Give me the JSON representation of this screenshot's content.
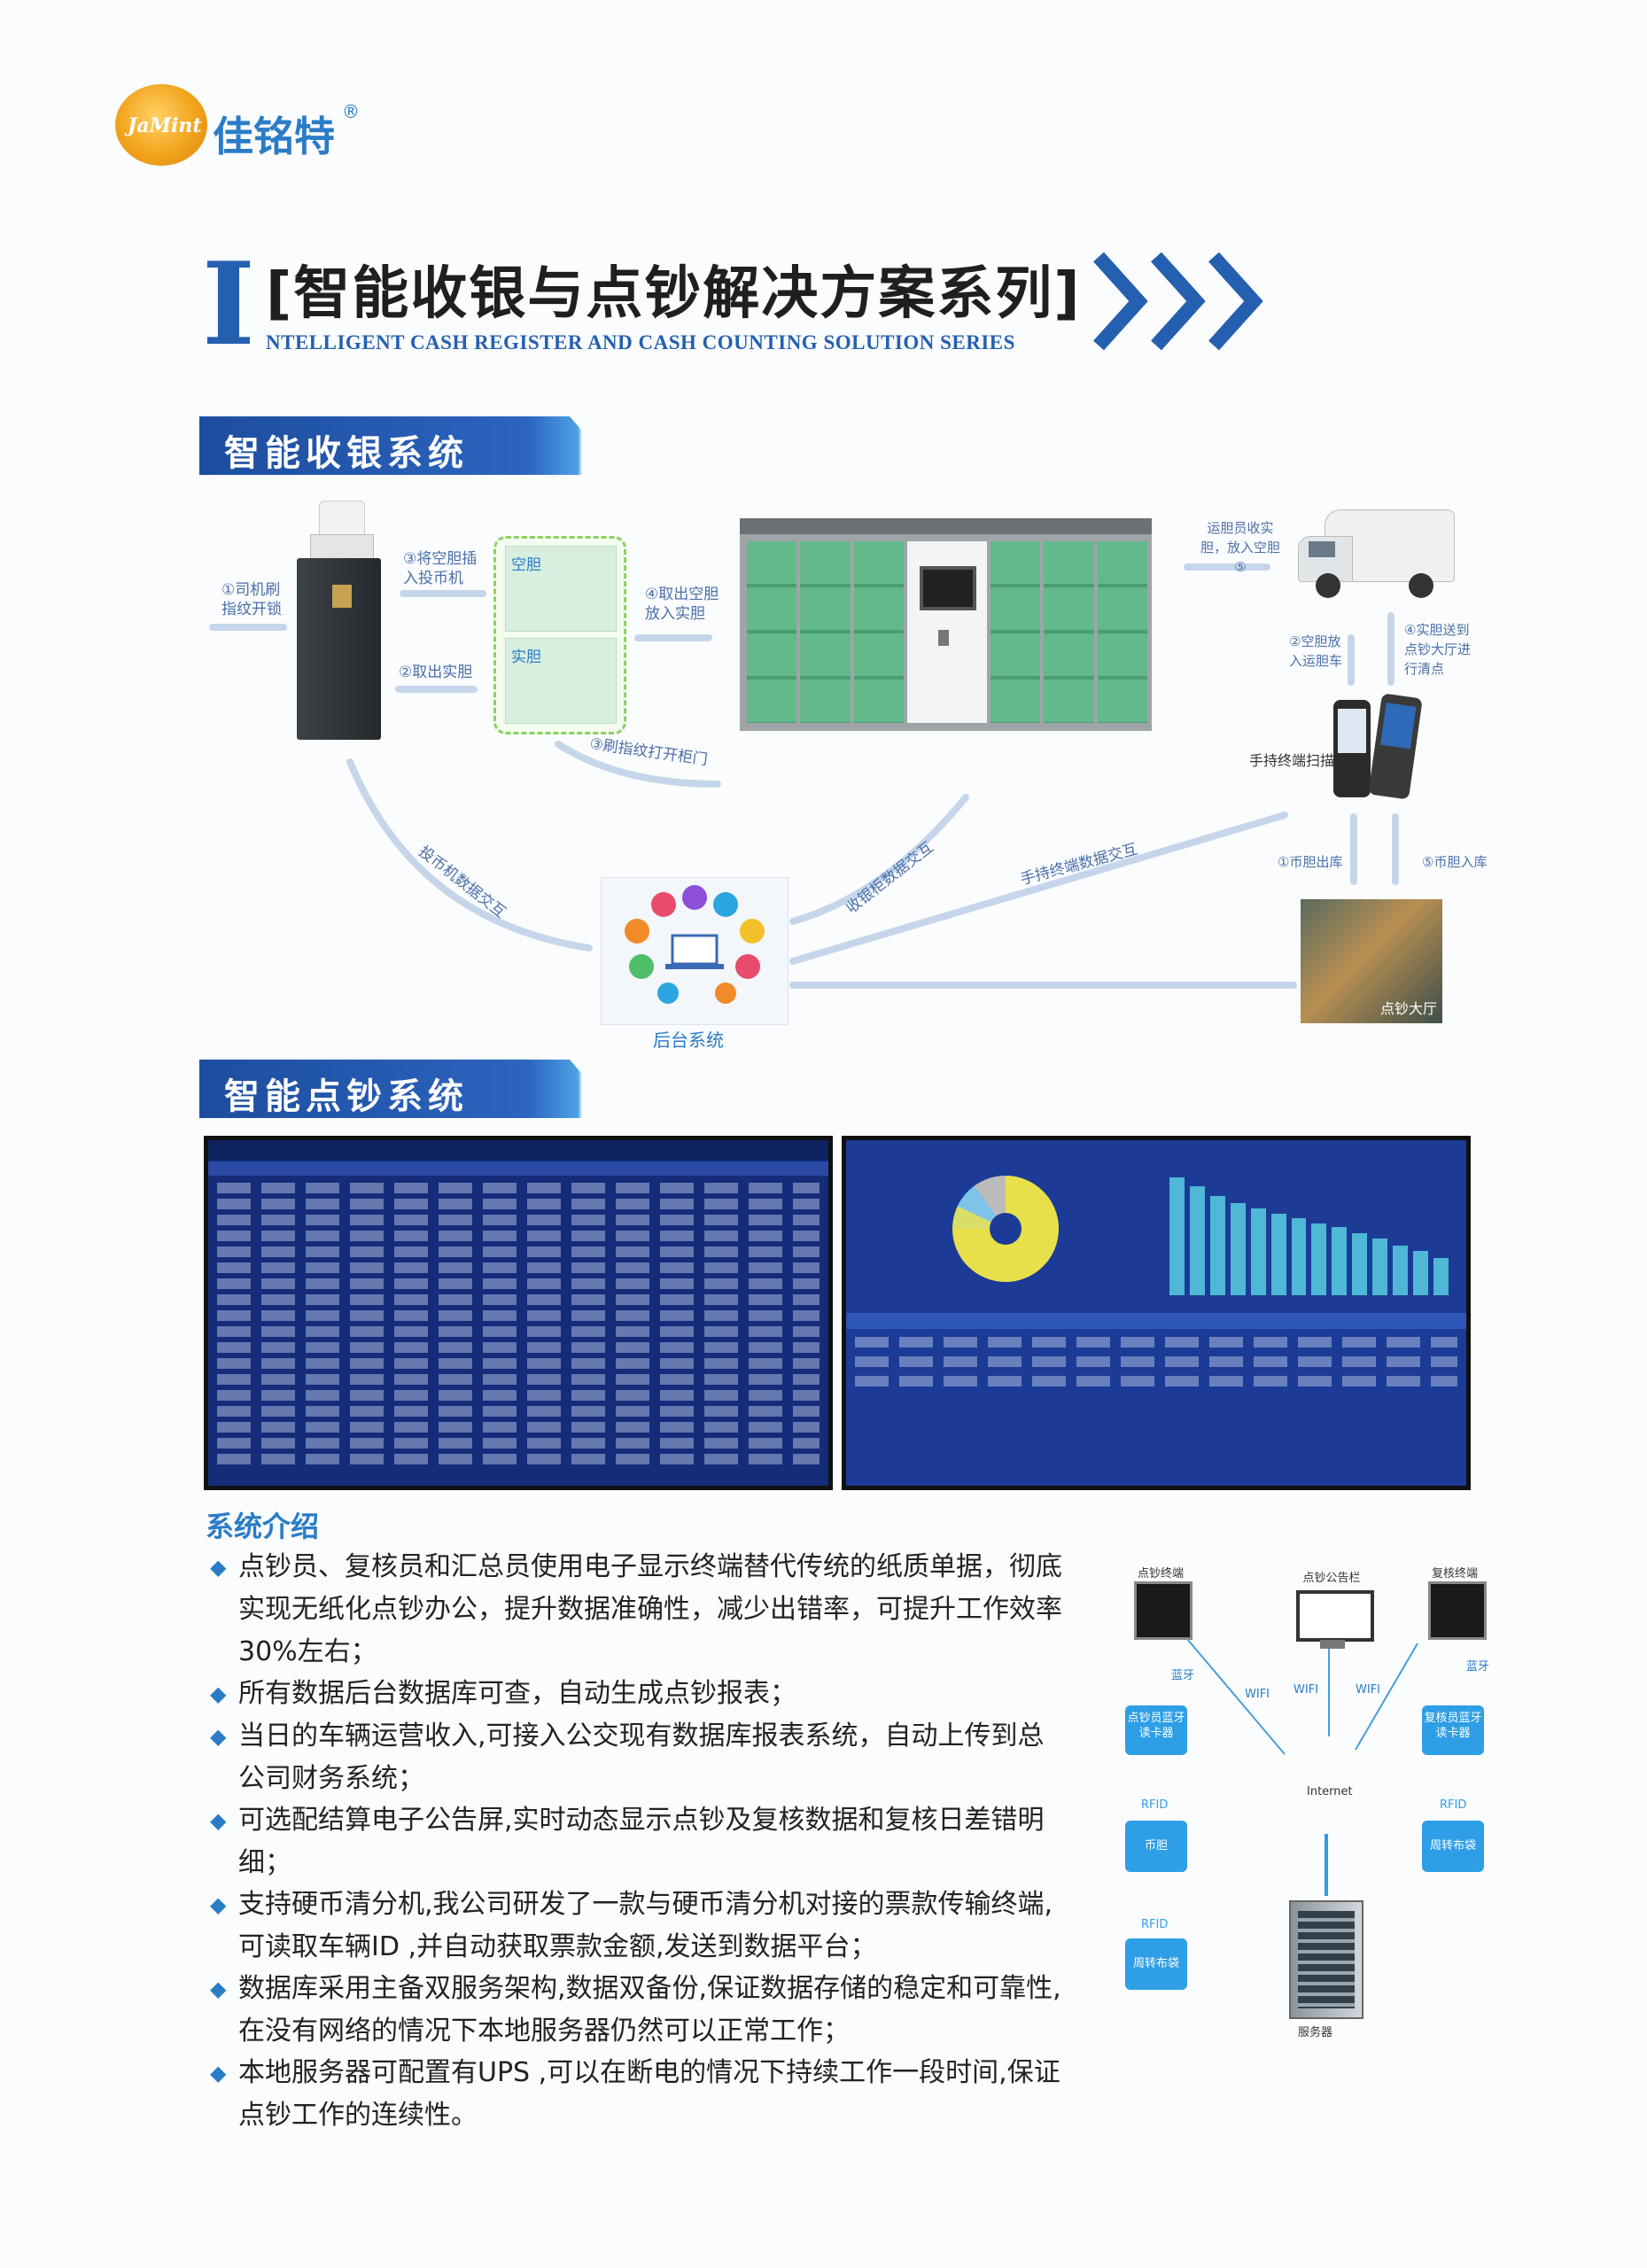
{
  "brand": {
    "logo_text": "JaMint",
    "name": "佳铭特",
    "registered": "®"
  },
  "series": {
    "initial": "I",
    "title": "[智能收银与点钞解决方案系列]",
    "subtitle": "NTELLIGENT CASH REGISTER AND CASH COUNTING SOLUTION SERIES"
  },
  "sections": {
    "cash_register": "智能收银系统",
    "cash_counting": "智能点钞系统"
  },
  "flow": {
    "s1": "①司机刷\n指纹开锁",
    "s2": "②取出实胆",
    "s3": "③将空胆插\n入投币机",
    "s4": "④取出空胆\n放入实胆",
    "s5": "③刷指纹打开柜门",
    "bin_empty": "空胆",
    "bin_full": "实胆",
    "van_top": "运胆员收实\n胆，放入空胆\n⑤",
    "van_left": "②空胆放\n入运胆车",
    "van_right": "④实胆送到\n点钞大厅进\n行清点",
    "handheld": "手持终端扫描",
    "out": "①币胆出库",
    "in": "⑤币胆入库",
    "coin_exchange": "投币机数据交互",
    "cabinet_exchange": "收银柜数据交互",
    "handheld_exchange": "手持终端数据交互",
    "hall": "点钞大厅",
    "backend": "后台系统"
  },
  "intro": {
    "title": "系统介绍",
    "bullets": [
      "点钞员、复核员和汇总员使用电子显示终端替代传统的纸质单据，彻底实现无纸化点钞办公，提升数据准确性，减少出错率，可提升工作效率30%左右；",
      "所有数据后台数据库可查，自动生成点钞报表；",
      "当日的车辆运营收入,可接入公交现有数据库报表系统，自动上传到总公司财务系统；",
      "可选配结算电子公告屏,实时动态显示点钞及复核数据和复核日差错明细；",
      "支持硬币清分机,我公司研发了一款与硬币清分机对接的票款传输终端,可读取车辆ID ,并自动获取票款金额,发送到数据平台；",
      "数据库采用主备双服务架构,数据双备份,保证数据存储的稳定和可靠性,在没有网络的情况下本地服务器仍然可以正常工作；",
      "本地服务器可配置有UPS ,可以在断电的情况下持续工作一段时间,保证点钞工作的连续性。"
    ]
  },
  "network": {
    "counting_terminal": "点钞终端",
    "bulletin": "点钞公告栏",
    "review_terminal": "复核终端",
    "bluetooth": "蓝牙",
    "wifi": "WIFI",
    "internet": "Internet",
    "counter_reader": "点钞员蓝牙\n读卡器",
    "reviewer_reader": "复核员蓝牙\n读卡器",
    "rfid": "RFID",
    "coin_bag": "币胆",
    "turnover_bag": "周转布袋",
    "server": "服务器"
  },
  "colors": {
    "brand_blue": "#2a7cc7",
    "header_blue": "#1d4d9e",
    "cabinet_green": "#62b98a"
  }
}
